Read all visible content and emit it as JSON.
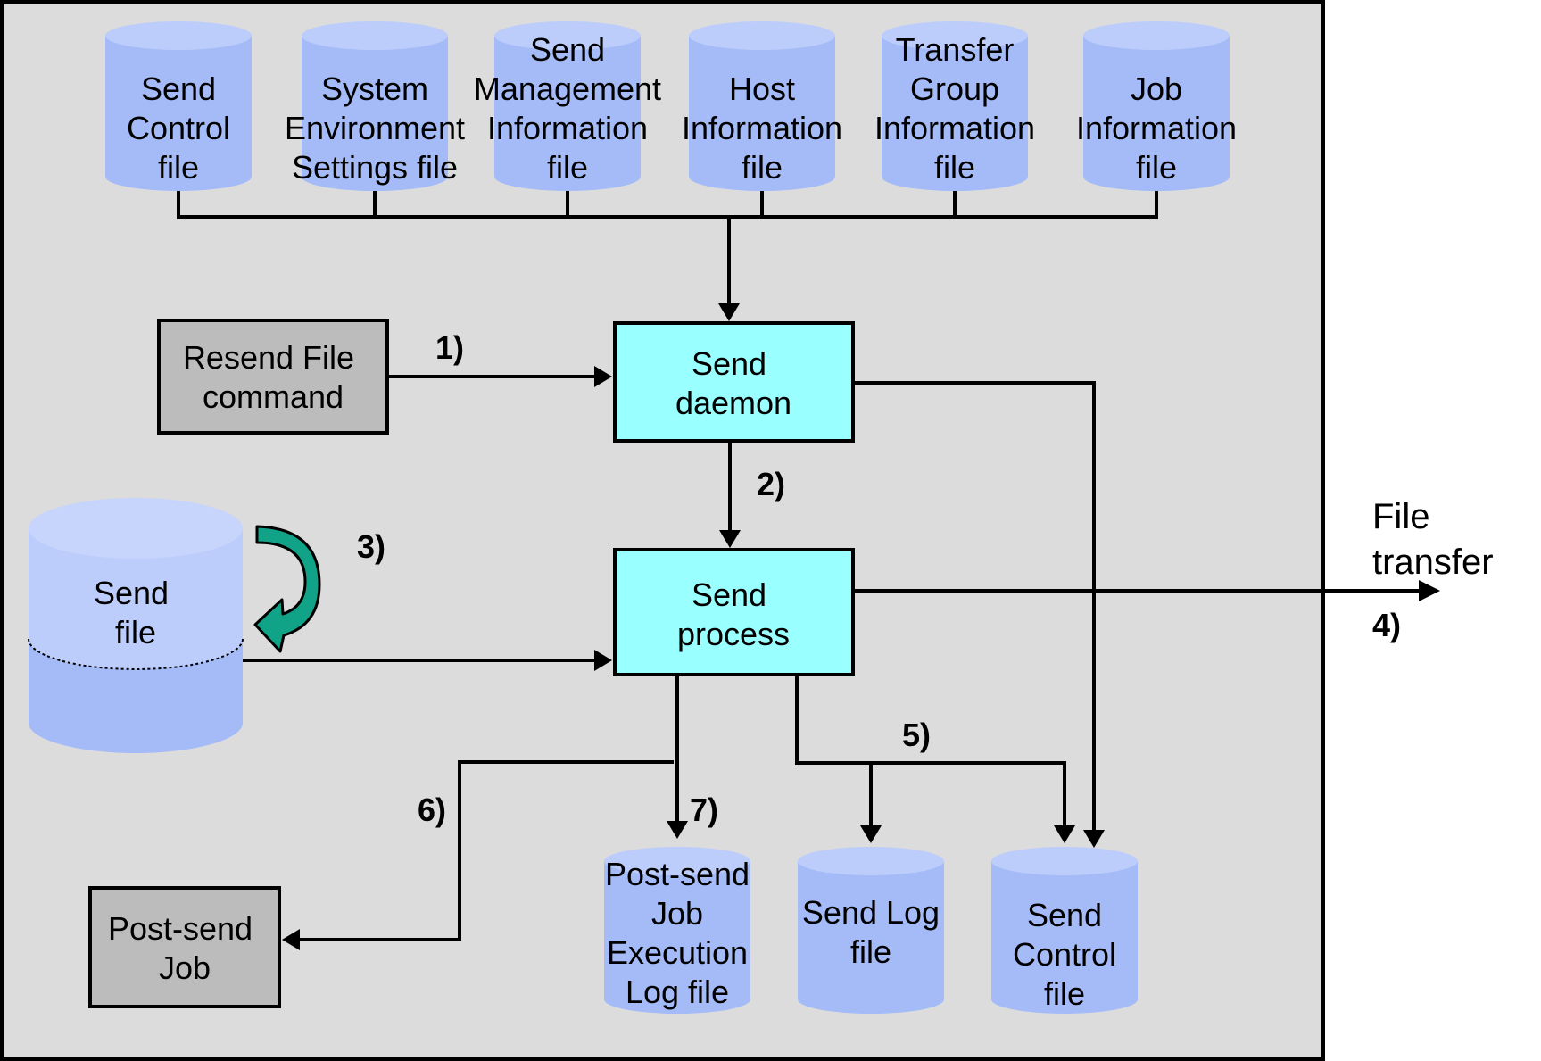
{
  "colors": {
    "background": "#dcdcdc",
    "cylinder_body": "#a4bbf7",
    "cylinder_top": "#bccdfb",
    "process_box": "#99ffff",
    "gray_box": "#bcbcbc",
    "curved_arrow": "#11a387"
  },
  "input_files": [
    {
      "lines": [
        "Send",
        "Control",
        "file"
      ]
    },
    {
      "lines": [
        "System",
        "Environment",
        "Settings file"
      ]
    },
    {
      "lines": [
        "Send",
        "Management",
        "Information",
        "file"
      ]
    },
    {
      "lines": [
        "Host",
        "Information",
        "file"
      ]
    },
    {
      "lines": [
        "Transfer",
        "Group",
        "Information",
        "file"
      ]
    },
    {
      "lines": [
        "Job",
        "Information",
        "file"
      ]
    }
  ],
  "resend_command": {
    "lines": [
      "Resend File",
      "command"
    ]
  },
  "send_daemon": {
    "lines": [
      "Send",
      "daemon"
    ]
  },
  "send_process": {
    "lines": [
      "Send",
      "process"
    ]
  },
  "send_file": {
    "lines": [
      "Send",
      "file"
    ]
  },
  "post_send_job": {
    "lines": [
      "Post-send",
      "Job"
    ]
  },
  "output_files": [
    {
      "lines": [
        "Post-send",
        "Job",
        "Execution",
        "Log file"
      ]
    },
    {
      "lines": [
        "Send Log",
        "file"
      ]
    },
    {
      "lines": [
        "Send",
        "Control",
        "file"
      ]
    }
  ],
  "file_transfer": {
    "lines": [
      "File",
      "transfer"
    ]
  },
  "steps": [
    "1)",
    "2)",
    "3)",
    "4)",
    "5)",
    "6)",
    "7)"
  ]
}
